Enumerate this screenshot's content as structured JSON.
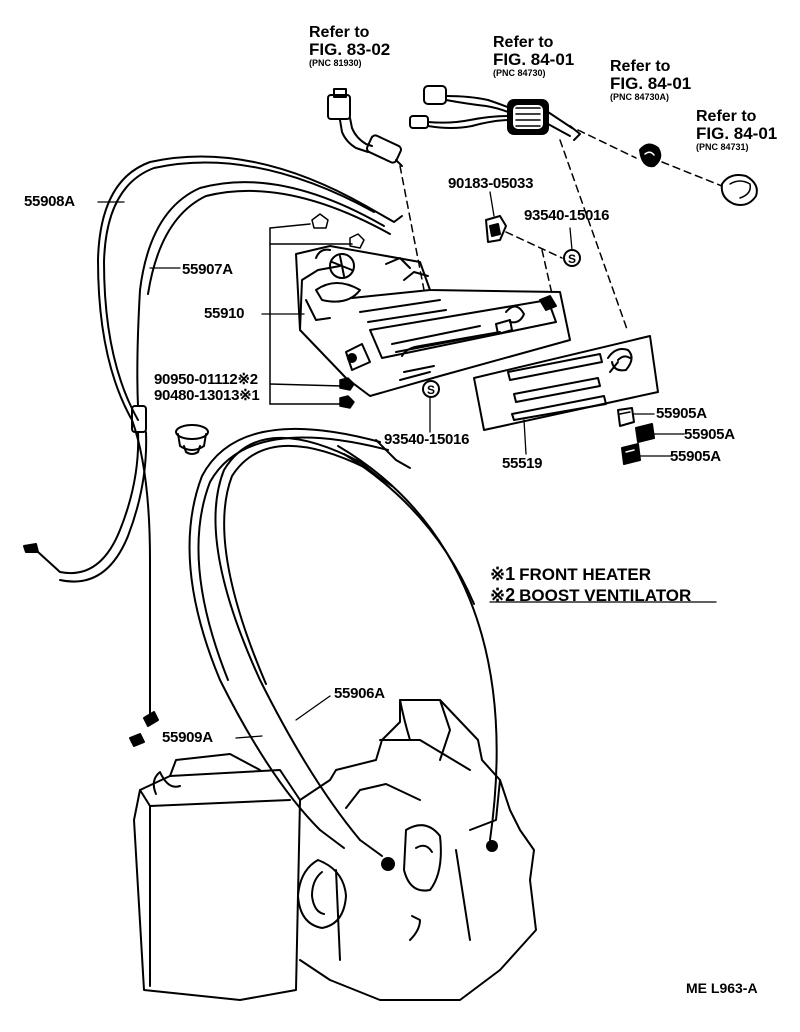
{
  "references": [
    {
      "line1": "Refer to",
      "fig": "FIG. 83-02",
      "pnc": "(PNC 81930)"
    },
    {
      "line1": "Refer to",
      "fig": "FIG. 84-01",
      "pnc": "(PNC 84730)"
    },
    {
      "line1": "Refer to",
      "fig": "FIG. 84-01",
      "pnc": "(PNC 84730A)"
    },
    {
      "line1": "Refer to",
      "fig": "FIG. 84-01",
      "pnc": "(PNC 84731)"
    }
  ],
  "parts": {
    "p55908A": "55908A",
    "p55907A": "55907A",
    "p55910": "55910",
    "p90183": "90183-05033",
    "p93540_upper": "93540-15016",
    "p90950": "90950-01112",
    "p90950_mark": "※2",
    "p90480": "90480-13013",
    "p90480_mark": "※1",
    "p93540_lower": "93540-15016",
    "p55519": "55519",
    "p55905A_1": "55905A",
    "p55905A_2": "55905A",
    "p55905A_3": "55905A",
    "p55906A": "55906A",
    "p55909A": "55909A"
  },
  "legend": [
    {
      "symbol": "※1",
      "text": "FRONT HEATER"
    },
    {
      "symbol": "※2",
      "text": "BOOST VENTILATOR"
    }
  ],
  "figure_code": "ME  L963-A"
}
